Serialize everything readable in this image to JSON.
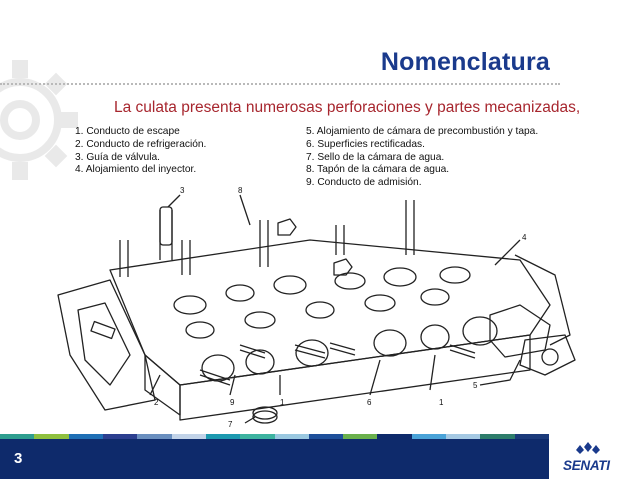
{
  "slide": {
    "title": "Nomenclatura",
    "subtitle": "La culata presenta numerosas perforaciones y partes mecanizadas,",
    "page_number": "3"
  },
  "legend": {
    "left": [
      "1. Conducto de escape",
      "2. Conducto de refrigeración.",
      "3. Guía de válvula.",
      "4. Alojamiento del inyector."
    ],
    "right": [
      "5. Alojamiento de cámara de precombustión y tapa.",
      "6. Superficies rectificadas.",
      "7. Sello de la cámara de agua.",
      "8. Tapón de la cámara de agua.",
      "9. Conducto de admisión."
    ]
  },
  "figure": {
    "callouts": [
      "3",
      "8",
      "4",
      "5",
      "1",
      "6",
      "1",
      "9",
      "2",
      "7"
    ]
  },
  "footer": {
    "logo_text": "SENATI",
    "strip_colors": [
      "#2f9e8f",
      "#8fc03f",
      "#1f6fb5",
      "#2c3f8f",
      "#6a8fbf",
      "#c2d3e8",
      "#1d9ab0",
      "#3db3a0",
      "#9ac8e0",
      "#1e4f9a",
      "#6ab04c",
      "#0e2a6b",
      "#4aa3d8",
      "#a5c9e3",
      "#2e7d6b",
      "#1b3a7a"
    ],
    "band_color": "#0e2a6b"
  }
}
